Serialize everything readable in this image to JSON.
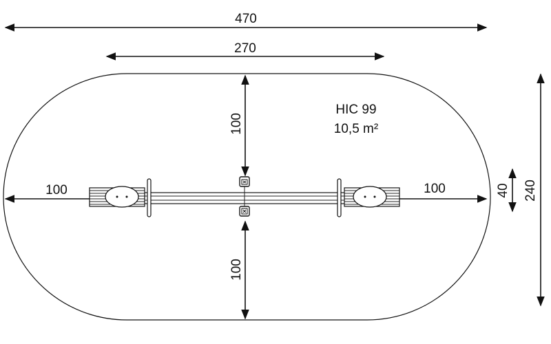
{
  "product": {
    "code": "HIC 99",
    "area": "10,5 m²"
  },
  "dimensions": {
    "overall_length": "470",
    "equipment_length": "270",
    "safety_top": "100",
    "safety_bottom": "100",
    "safety_left": "100",
    "safety_right": "100",
    "equipment_width": "40",
    "overall_width": "240"
  },
  "colors": {
    "line": "#111111",
    "background": "#ffffff"
  }
}
